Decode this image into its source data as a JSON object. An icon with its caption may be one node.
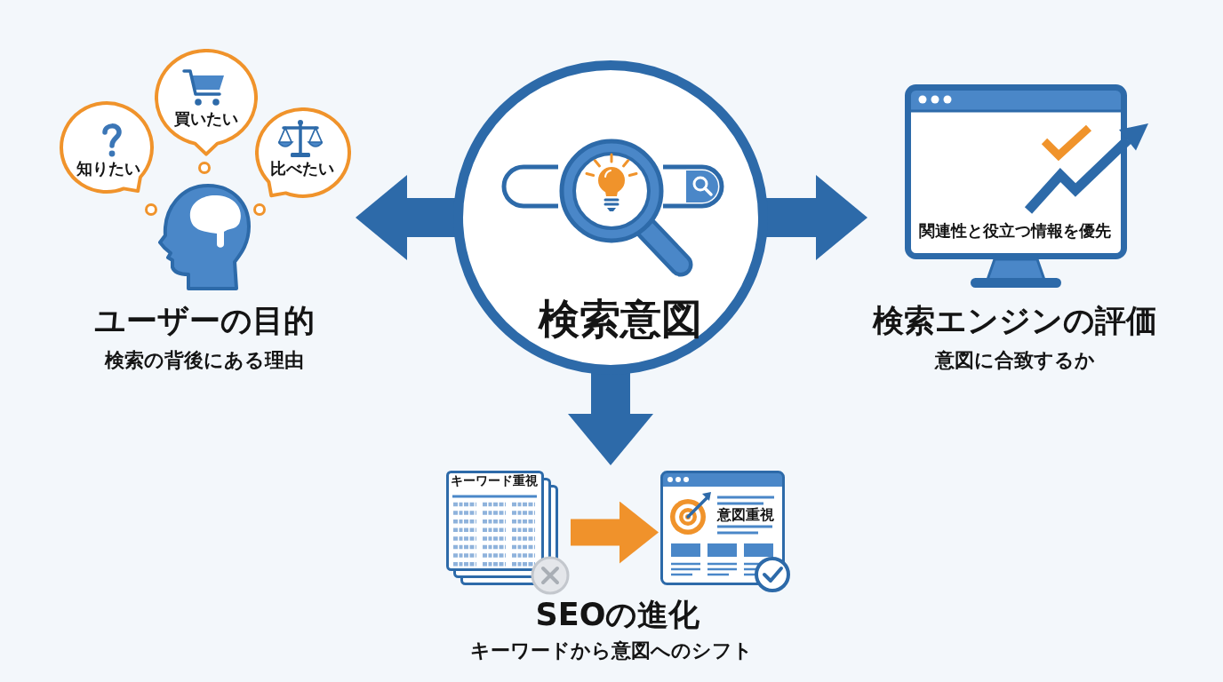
{
  "diagram": {
    "nodes": [
      {
        "text": [
          "検索意図"
        ]
      },
      {
        "text": [
          "ユーザーの目的",
          "検索の背後にある理由"
        ]
      },
      {
        "text": [
          "知りたい"
        ],
        "in": 1
      },
      {
        "text": [
          "買いたい"
        ],
        "in": 1
      },
      {
        "text": [
          "比べたい"
        ],
        "in": 1
      },
      {
        "text": [
          "検索エンジンの評価",
          "意図に合致するか"
        ]
      },
      {
        "text": [
          "関連性と役立つ情報を優先"
        ],
        "in": 5
      },
      {
        "text": [
          "SEOの進化",
          "キーワードから意図へのシフト"
        ]
      },
      {
        "text": [
          "キーワード重視"
        ],
        "in": 7
      },
      {
        "text": [
          "意図重視"
        ],
        "in": 7
      }
    ],
    "edges": [
      {
        "from": 0,
        "to": 1,
        "arrow": "to"
      },
      {
        "from": 0,
        "to": 5,
        "arrow": "to"
      },
      {
        "from": 0,
        "to": 7,
        "arrow": "to"
      },
      {
        "from": 8,
        "to": 9,
        "arrow": "to",
        "color": "#f0922b"
      }
    ]
  }
}
